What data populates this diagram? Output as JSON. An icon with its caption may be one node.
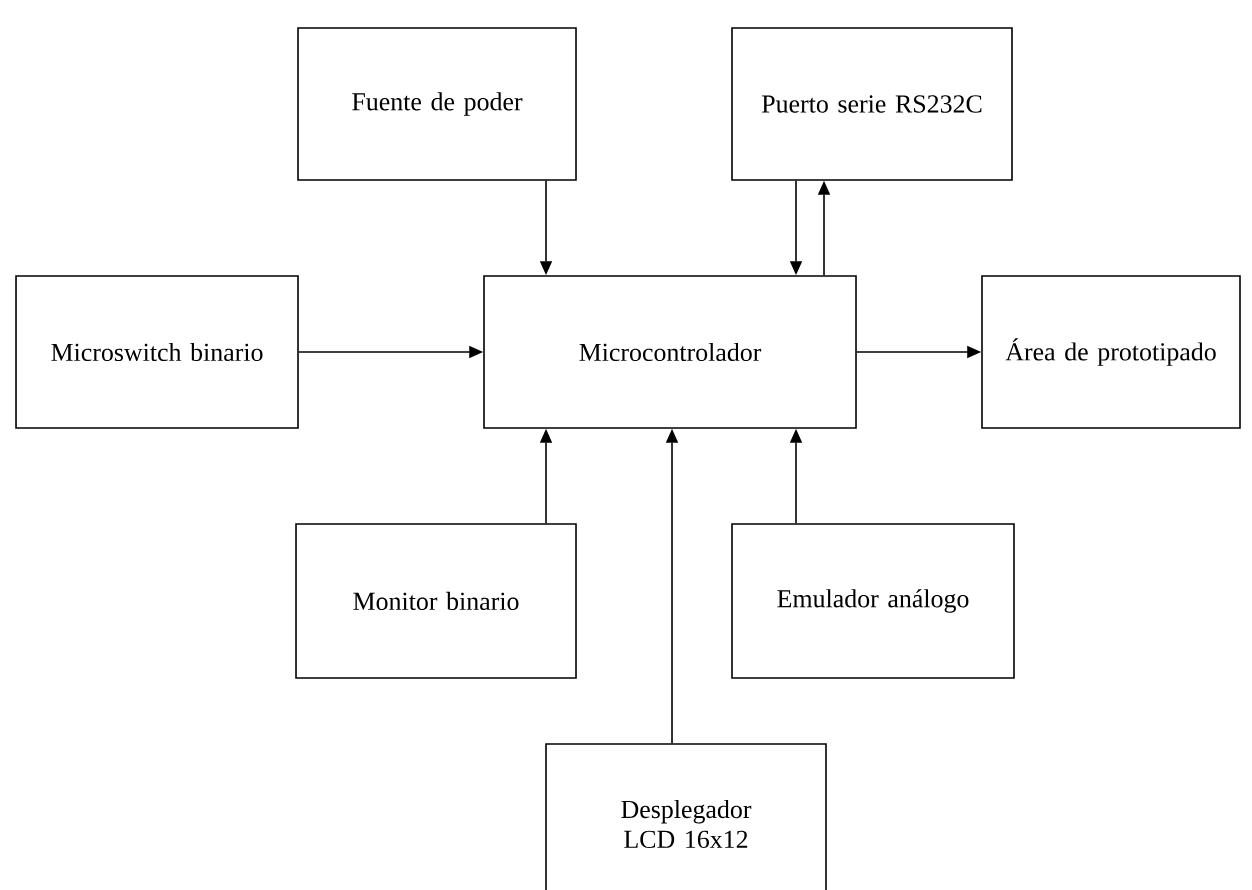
{
  "diagram": {
    "nodes": [
      {
        "text": [
          "Fuente de poder"
        ]
      },
      {
        "text": [
          "Puerto serie RS232C"
        ]
      },
      {
        "text": [
          "Microswitch binario"
        ]
      },
      {
        "text": [
          "Microcontrolador"
        ]
      },
      {
        "text": [
          "Área de prototipado"
        ]
      },
      {
        "text": [
          "Monitor binario"
        ]
      },
      {
        "text": [
          "Emulador análogo"
        ]
      },
      {
        "text": [
          "Desplegador LCD 16x12"
        ]
      }
    ],
    "edges": [
      {
        "from": 0,
        "to": 3,
        "arrow": "to"
      },
      {
        "from": 1,
        "to": 3,
        "arrow": "to"
      },
      {
        "from": 3,
        "to": 1,
        "arrow": "to"
      },
      {
        "from": 2,
        "to": 3,
        "arrow": "to"
      },
      {
        "from": 3,
        "to": 4,
        "arrow": "to"
      },
      {
        "from": 5,
        "to": 3,
        "arrow": "to"
      },
      {
        "from": 6,
        "to": 3,
        "arrow": "to"
      },
      {
        "from": 7,
        "to": 3,
        "arrow": "to"
      }
    ]
  }
}
